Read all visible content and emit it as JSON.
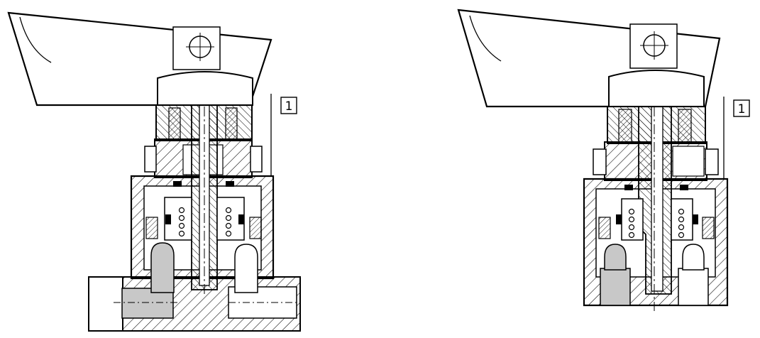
{
  "figure": {
    "colors": {
      "line": "#000000",
      "background": "#ffffff",
      "port_fill": "#c8c8c8",
      "handle_fill": "#ffffff"
    },
    "views": [
      {
        "id": "left-valve",
        "callout": "1"
      },
      {
        "id": "right-valve",
        "callout": "1"
      }
    ]
  }
}
